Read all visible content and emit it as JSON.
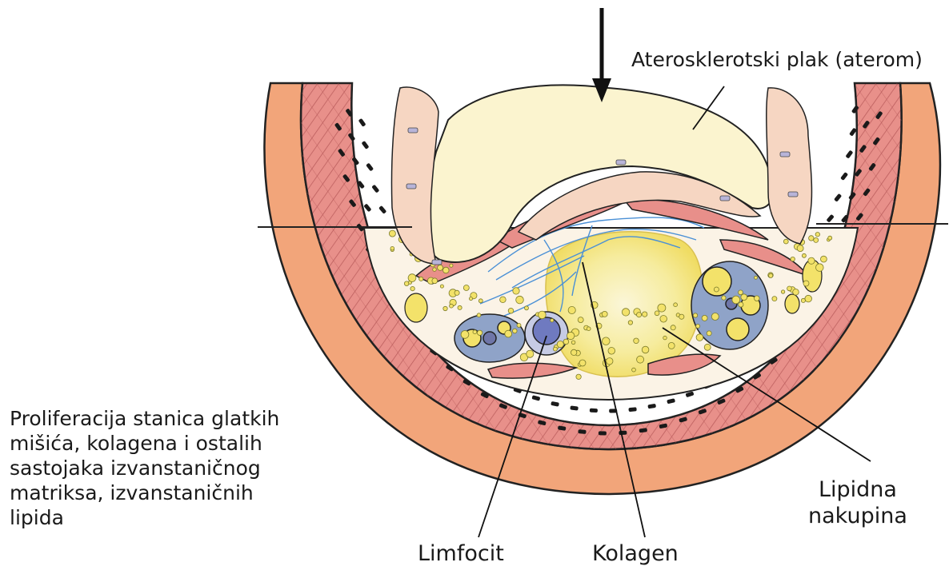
{
  "labels": {
    "plaque": "Aterosklerotski plak (aterom)",
    "proliferation": [
      "Proliferacija stanica glatkih",
      "mišića, kolagena i ostalih",
      "sastojaka izvanstaničnog",
      "matriksa, izvanstaničnih",
      "lipida"
    ],
    "lipid_pool": [
      "Lipidna",
      "nakupina"
    ],
    "lymphocyte": "Limfocit",
    "collagen": "Kolagen"
  },
  "colors": {
    "adventitia": "#f2a57a",
    "media": "#e8908a",
    "media_stripe": "#b85a5a",
    "nucleus": "#1a1a1a",
    "plaque_cap": "#f6d6c2",
    "lumen_plaque": "#fbf4cf",
    "lipid_core": "#f5e98a",
    "foam_cell": "#8fa3c8",
    "collagen": "#4a90d6",
    "outline": "#222222"
  }
}
